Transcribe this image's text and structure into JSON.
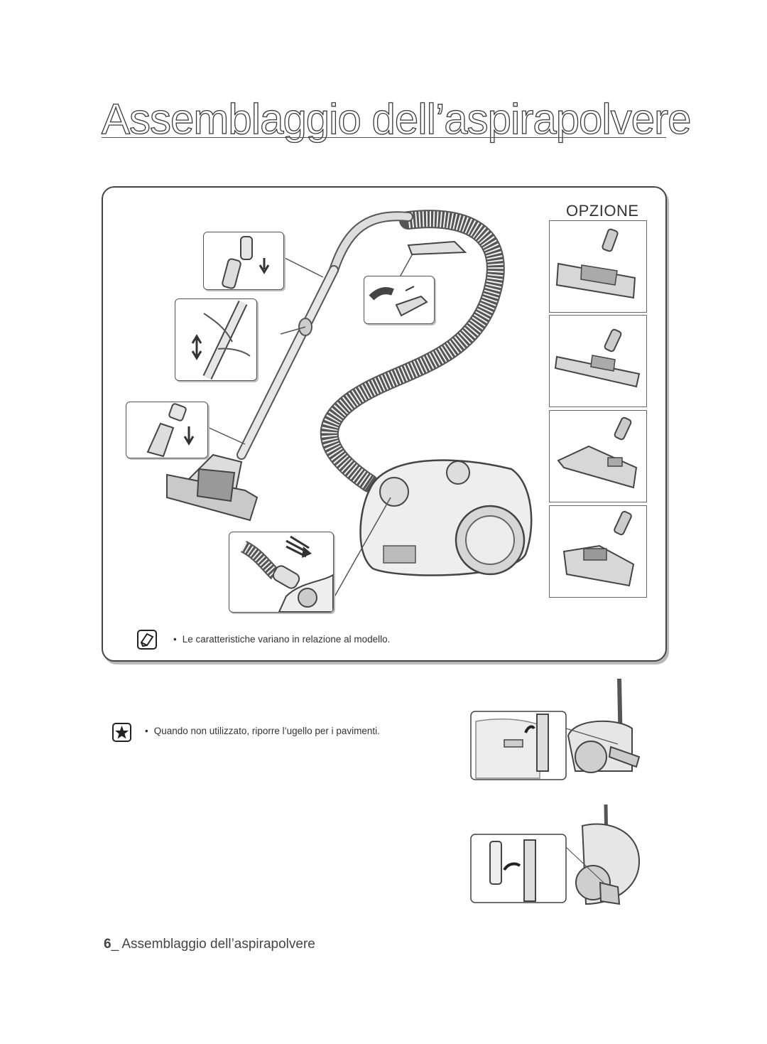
{
  "page": {
    "title": "Assemblaggio dell’aspirapolvere",
    "footer_number": "6",
    "footer_text": "_ Assemblaggio dell’aspirapolvere"
  },
  "panel": {
    "option_label": "OPZIONE",
    "note_text": "Le caratteristiche variano in relazione al modello."
  },
  "tip": {
    "text": "Quando non utilizzato, riporre l’ugello per i pavimenti."
  },
  "icons": {
    "note": "note-pencil-icon",
    "tip": "star-icon"
  }
}
